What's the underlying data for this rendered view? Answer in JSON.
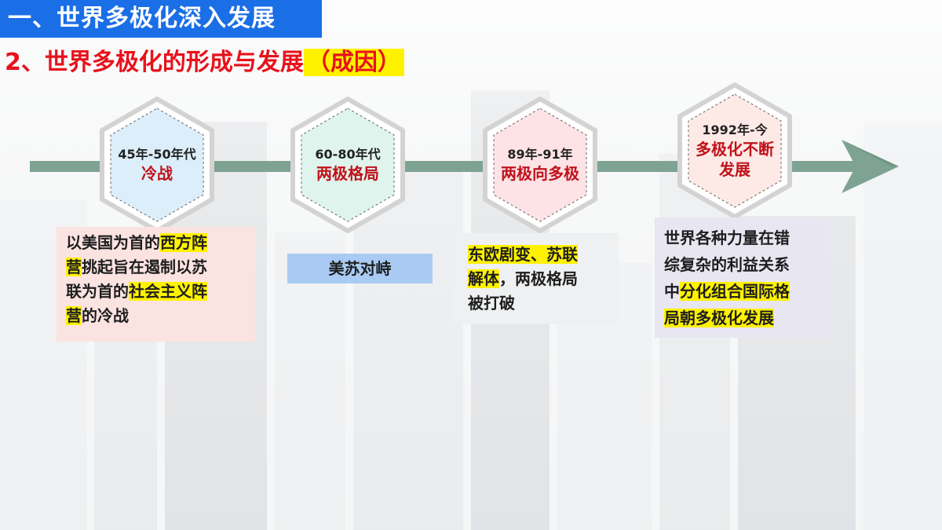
{
  "header": {
    "title": "一、世界多极化深入发展",
    "subtitle_main": "2、世界多极化的形成与发展",
    "subtitle_highlight": "（成因）"
  },
  "colors": {
    "title_bar": "#1a6ee6",
    "subtitle_text": "#e8121b",
    "highlight": "#fff200",
    "timeline_arrow": "#7ea393",
    "stage_name": "#c0121b"
  },
  "stages": [
    {
      "era": "45年-50年代",
      "name": "冷战",
      "fill": "#dceef9"
    },
    {
      "era": "60-80年代",
      "name": "两极格局",
      "fill": "#dff4ec"
    },
    {
      "era": "89年-91年",
      "name": "两极向多极",
      "fill": "#fde3e6"
    },
    {
      "era": "1992年-今",
      "name_line1": "多极化不断",
      "name_line2": "发展",
      "fill": "#fde9e6"
    }
  ],
  "descriptions": [
    {
      "line1a": "以美国为首的",
      "line1b": "西方阵",
      "line2a": "营",
      "line2b": "挑起旨在遏制以苏",
      "line3a": "联为首的",
      "line3b": "社会主义阵",
      "line4a": "营",
      "line4b": "的冷战",
      "bg": "#fbe3e1"
    },
    {
      "text": "美苏对峙",
      "bg": "#a9cbf3"
    },
    {
      "line1": "东欧剧变、苏联",
      "line2a": "解体",
      "line2b": "，两极格局",
      "line3": "被打破",
      "bg": "#eef0f1"
    },
    {
      "line1": "世界各种力量在错",
      "line2": "综复杂的利益关系",
      "line3a": "中",
      "line3b": "分化组合国际格",
      "line4": "局朝多极化发展",
      "bg": "#e8e6f1"
    }
  ]
}
